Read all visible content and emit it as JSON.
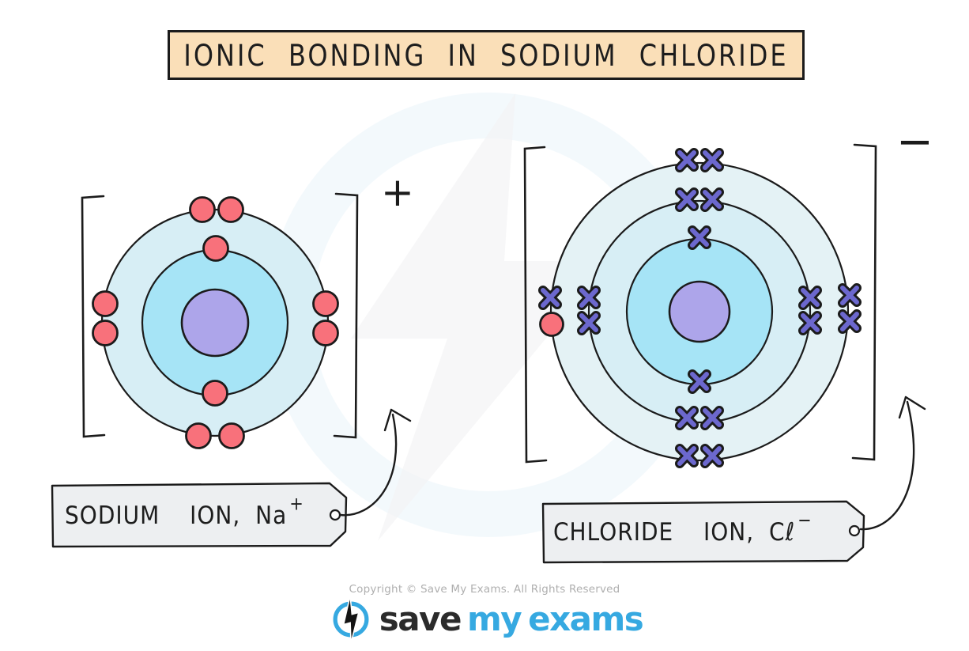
{
  "title": "IONIC BONDING IN SODIUM CHLORIDE",
  "ions": [
    {
      "name": "sodium ion",
      "tag_label": "SODIUM  ION, Na",
      "charge": "+",
      "shells": [
        2,
        8
      ],
      "electron_symbol": "dot",
      "electron_color": "#F8717B",
      "nucleus_color": "#ADA5EA"
    },
    {
      "name": "chloride ion",
      "tag_label": "CHLORIDE  ION, Cℓ",
      "charge": "−",
      "shells": [
        2,
        8,
        8
      ],
      "electron_symbol": "cross",
      "electron_color": "#6C68CE",
      "transferred_electron": {
        "symbol": "dot",
        "color": "#F8717B",
        "shell": 3
      },
      "nucleus_color": "#ADA5EA"
    }
  ],
  "palette": {
    "title_box_fill": "#FADFB8",
    "tag_fill": "#EDEFF1",
    "outline": "#1B1B1B",
    "shell_fills_inner_to_outer": [
      "#A6E4F6",
      "#D7EEF5",
      "#E4F2F5"
    ]
  },
  "footer": {
    "copyright": "Copyright © Save My Exams. All Rights Reserved",
    "logo_words": [
      {
        "text": "save",
        "color": "#2B2B2B"
      },
      {
        "text": "my",
        "color": "#36A9E1"
      },
      {
        "text": "exams",
        "color": "#36A9E1"
      }
    ]
  }
}
